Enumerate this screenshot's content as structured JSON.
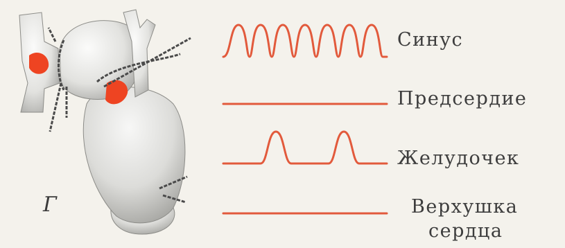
{
  "panel_letter": "Г",
  "labels": {
    "sinus": "Синус",
    "atrium": "Предсердие",
    "ventricle": "Желудочек",
    "apex_line1": "Верхушка",
    "apex_line2": "сердца"
  },
  "colors": {
    "trace": "#e25a3c",
    "heart_fill": "#e6e6e4",
    "heart_shadow": "#a9a9a6",
    "ligature": "#4a4a4a",
    "marked_region": "#ee4422",
    "text": "#3d3d3d"
  },
  "traces": {
    "sinus": {
      "type": "continuous-rhythm",
      "peaks": 7
    },
    "atrium": {
      "type": "flat"
    },
    "ventricle": {
      "type": "occasional-spikes",
      "peaks": 2
    },
    "apex": {
      "type": "flat"
    }
  }
}
